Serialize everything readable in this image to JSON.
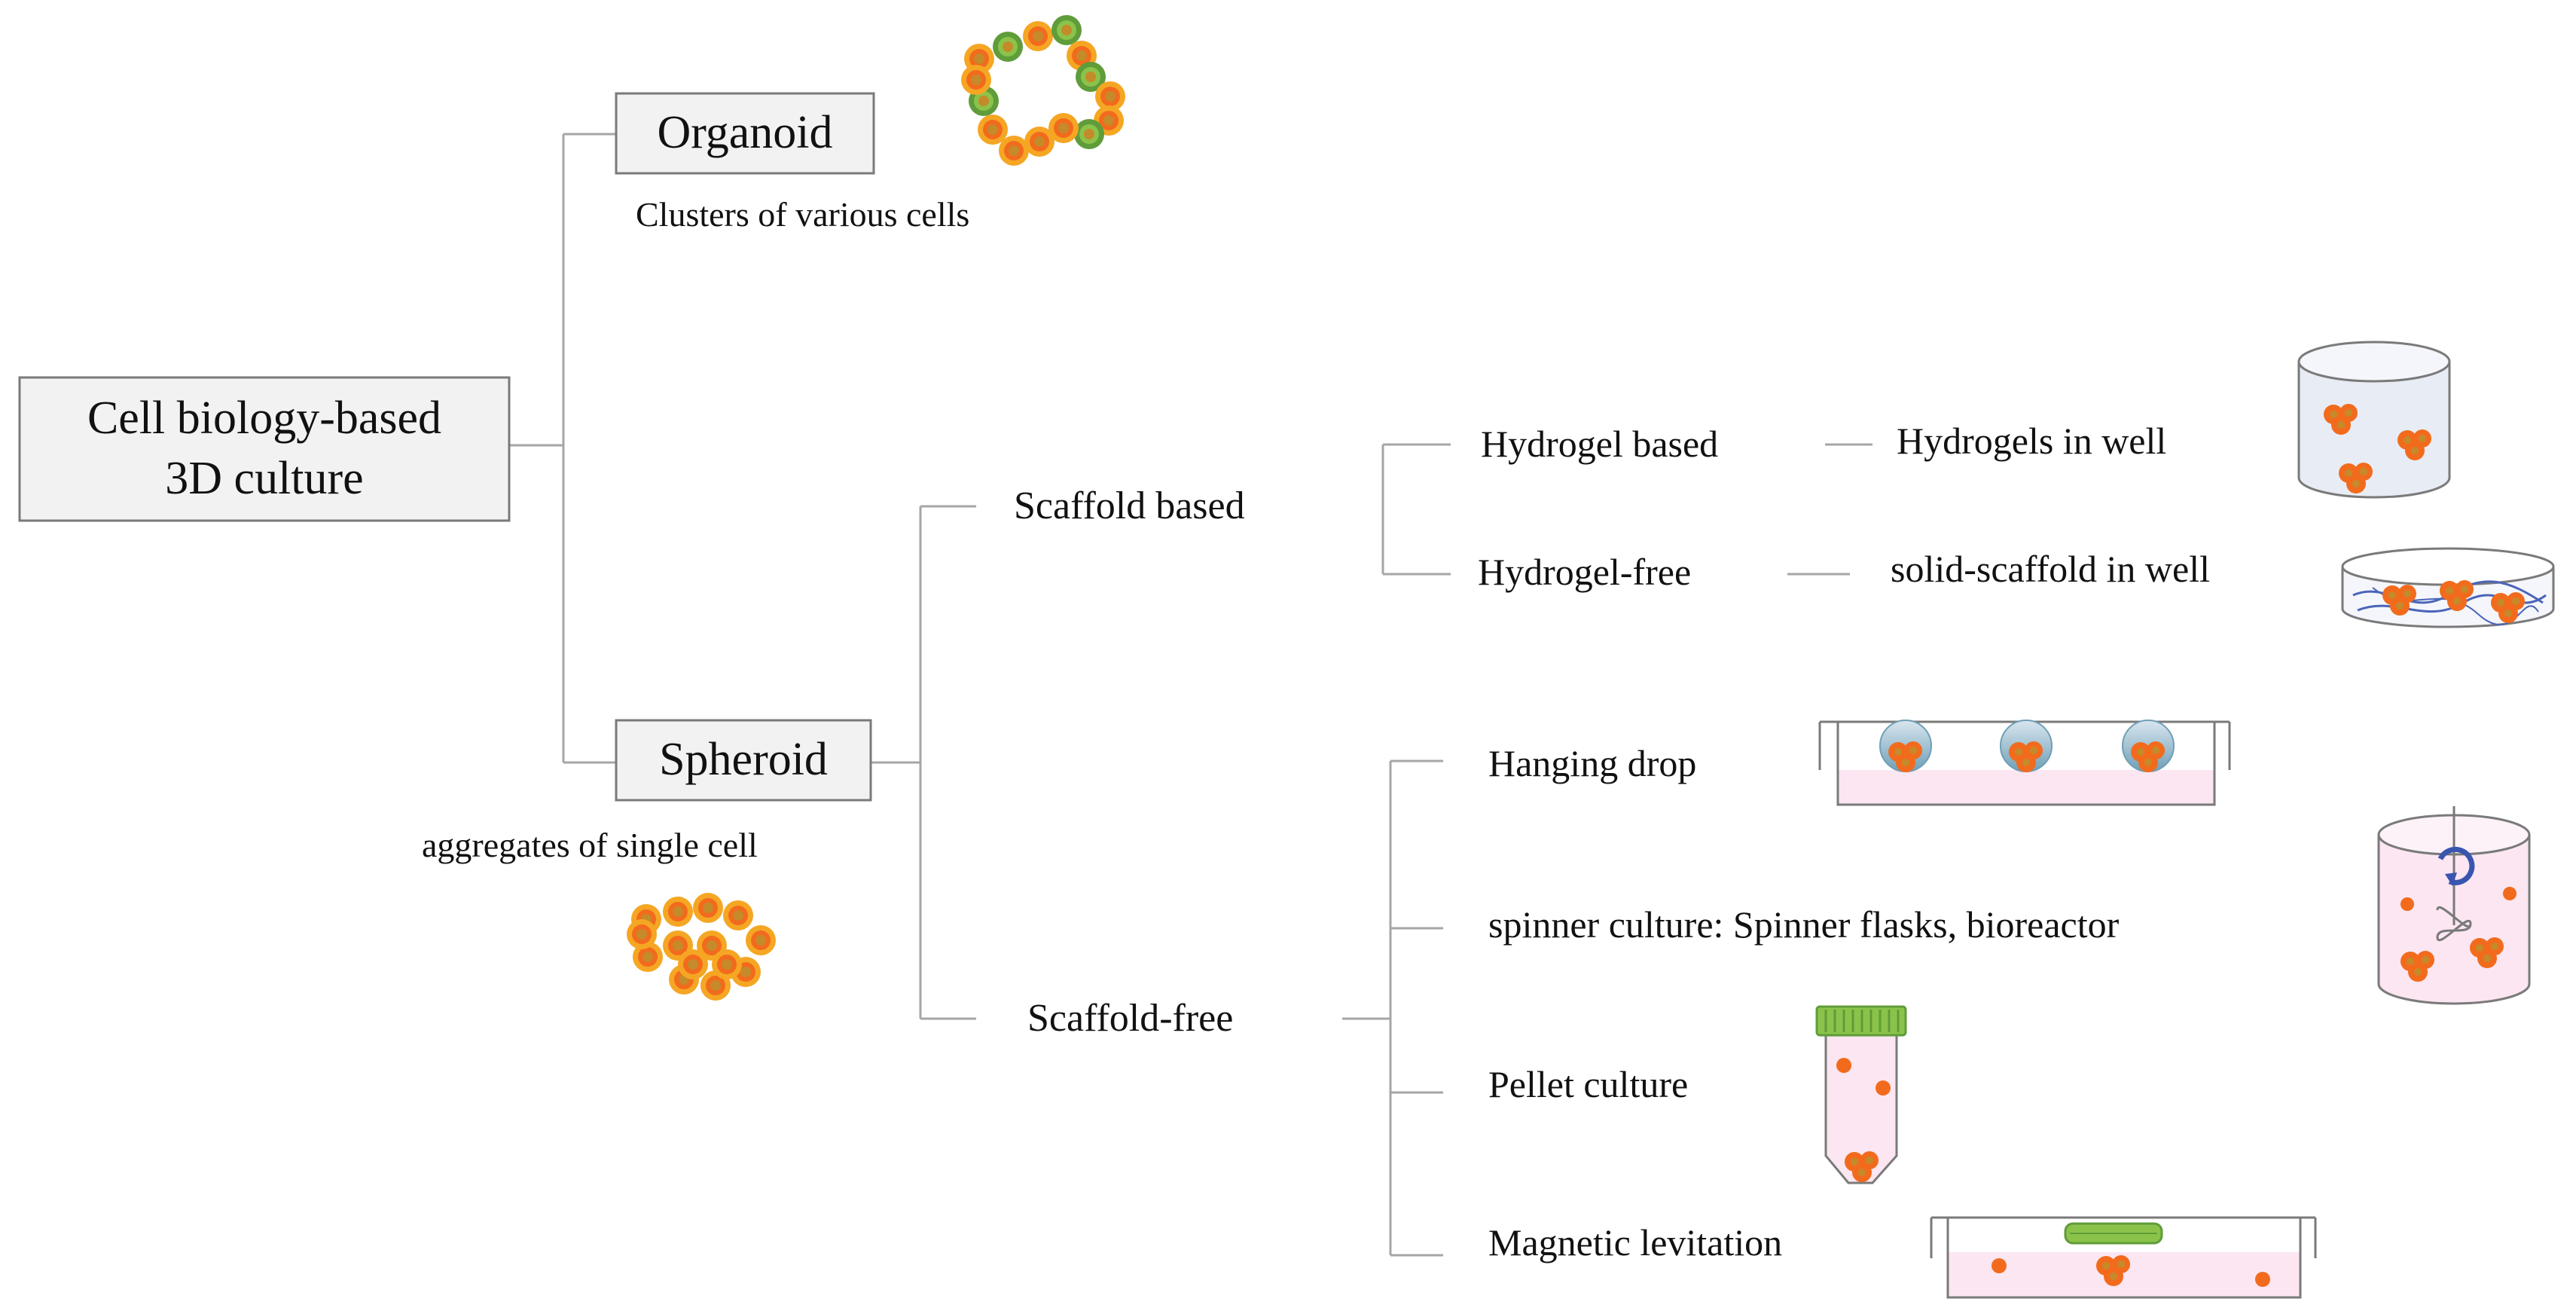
{
  "root": {
    "line1": "Cell biology-based",
    "line2": "3D culture"
  },
  "organoid": {
    "label": "Organoid",
    "caption": "Clusters of various cells",
    "icon": "organoid-cell-ring-icon"
  },
  "spheroid": {
    "label": "Spheroid",
    "caption": "aggregates of single cell",
    "icon": "spheroid-cell-aggregate-icon"
  },
  "scaffold_based": {
    "label": "Scaffold based",
    "methods": [
      {
        "label": "Hydrogel based",
        "detail": "Hydrogels in well",
        "icon": "hydrogel-well-icon"
      },
      {
        "label": "Hydrogel-free",
        "detail": "solid-scaffold in well",
        "icon": "solid-scaffold-dish-icon"
      }
    ]
  },
  "scaffold_free": {
    "label": "Scaffold-free",
    "methods": [
      {
        "label": "Hanging drop",
        "icon": "hanging-drop-plate-icon"
      },
      {
        "label": "spinner culture: Spinner flasks, bioreactor",
        "icon": "spinner-flask-icon"
      },
      {
        "label": "Pellet culture",
        "icon": "pellet-tube-icon"
      },
      {
        "label": "Magnetic levitation",
        "icon": "magnetic-levitation-dish-icon"
      }
    ]
  },
  "colors": {
    "cell_orange": "#f26b1d",
    "cell_core": "#c58a2a",
    "organoid_green": "#5f9c3a",
    "vessel_outline": "#7a7a7a",
    "medium_pink": "#fbe6f2",
    "well_fill": "#e8ecf5",
    "fiber_blue": "#4a64b8"
  }
}
